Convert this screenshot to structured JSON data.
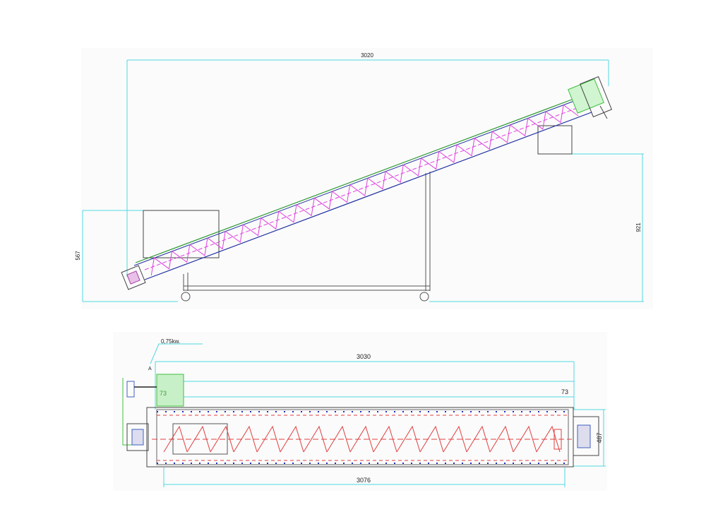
{
  "side_view": {
    "dim_length": "3020",
    "dim_inlet_height": "567",
    "dim_outlet_height": "921"
  },
  "top_view": {
    "motor_power": "0,75kw.",
    "section_mark": "A",
    "motor_dim": "73",
    "dim_overall": "3030",
    "dim_offset": "73",
    "dim_trough": "3076",
    "dim_width": "487"
  },
  "colors": {
    "dimension": "#4fd8e0",
    "spiral_side": "#e040e0",
    "spiral_top": "#e04040",
    "tube": "#2030a0",
    "motor": "#40d040",
    "frame": "#444444"
  }
}
